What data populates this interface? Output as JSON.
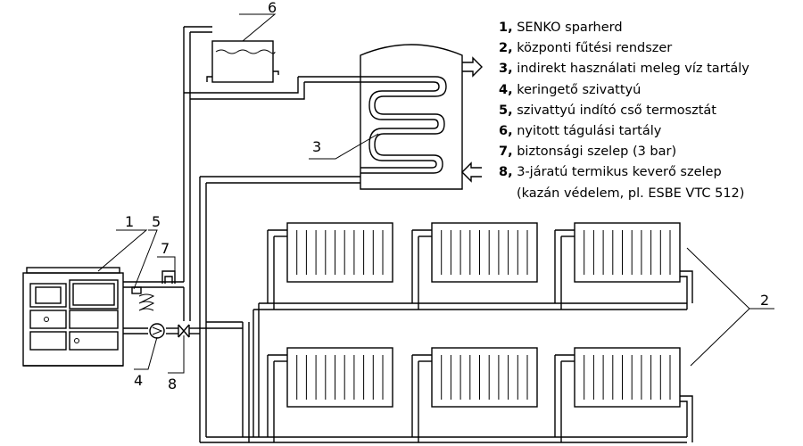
{
  "callouts": {
    "c1": "1",
    "c2": "2",
    "c3": "3",
    "c4": "4",
    "c5": "5",
    "c6": "6",
    "c7": "7",
    "c8": "8"
  },
  "legend": [
    {
      "num": "1,",
      "text": "SENKO sparherd"
    },
    {
      "num": "2,",
      "text": "központi fűtési rendszer"
    },
    {
      "num": "3,",
      "text": "indirekt használati meleg víz tartály"
    },
    {
      "num": "4,",
      "text": "keringető szivattyú"
    },
    {
      "num": "5,",
      "text": "szivattyú indító cső termosztát"
    },
    {
      "num": "6,",
      "text": "nyitott tágulási tartály"
    },
    {
      "num": "7,",
      "text": "biztonsági szelep (3 bar)"
    },
    {
      "num": "8,",
      "text": "3-járatú termikus keverő szelep"
    }
  ],
  "legend_note": "(kazán védelem, pl. ESBE VTC 512)",
  "colors": {
    "line": "#000000",
    "background": "#ffffff"
  }
}
